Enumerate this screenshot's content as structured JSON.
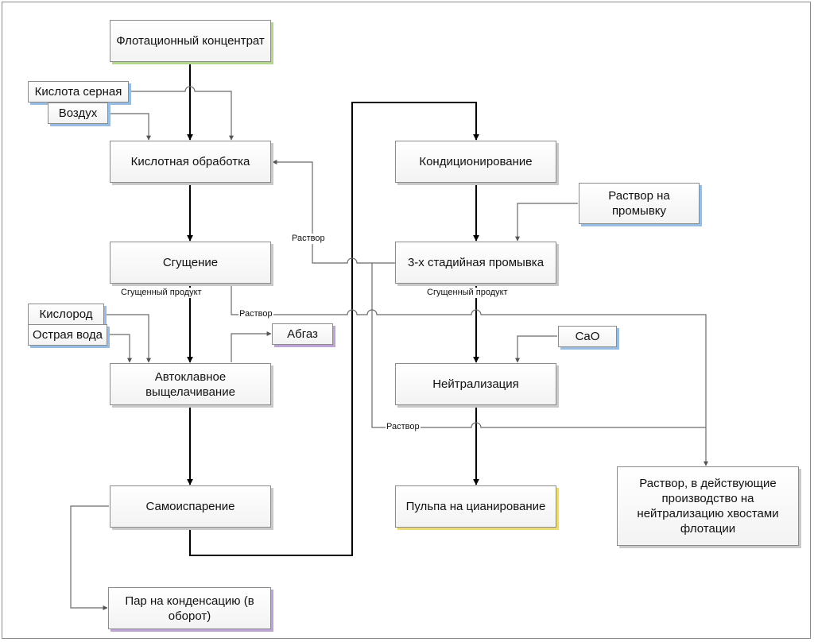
{
  "nodes": {
    "flotation_concentrate": "Флотационный концентрат",
    "sulfuric_acid": "Кислота серная",
    "air": "Воздух",
    "acid_treatment": "Кислотная обработка",
    "thickening": "Сгущение",
    "oxygen": "Кислород",
    "hot_water": "Острая вода",
    "autoclave_leaching": "Автоклавное выщелачивание",
    "offgas": "Абгаз",
    "self_evaporation": "Самоиспарение",
    "steam_to_condensation": "Пар на конденсацию (в оборот)",
    "conditioning": "Кондиционирование",
    "wash_solution": "Раствор на промывку",
    "three_stage_washing": "3-х стадийная промывка",
    "cao": "CaO",
    "neutralization": "Нейтрализация",
    "pulp_to_cyanidation": "Пульпа на цианирование",
    "solution_to_existing_production": "Раствор, в действующие производство на нейтрализацию хвостами флотации"
  },
  "edge_labels": {
    "solution_return": "Раствор",
    "thickened_product_1": "Сгущенный продукт",
    "solution_from_thickening": "Раствор",
    "thickened_product_2": "Сгущенный продукт",
    "solution_from_washing": "Раствор"
  }
}
